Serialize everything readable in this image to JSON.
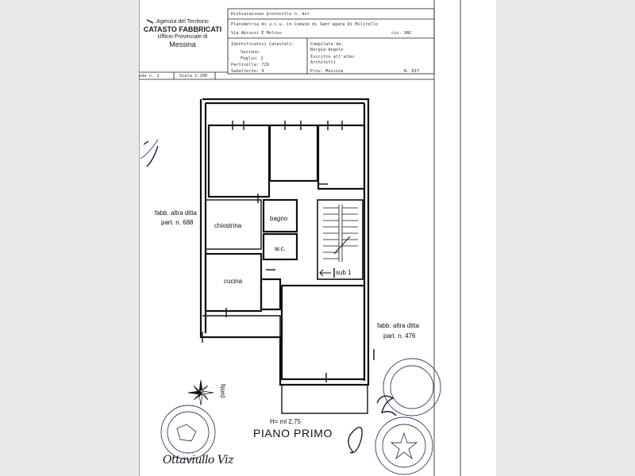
{
  "header": {
    "agency": "Agenzia del Territorio",
    "catasto": "CATASTO FABBRICATI",
    "office": "Ufficio Provinciale di",
    "city": "Messina",
    "form": {
      "row1": "Dichiarazione protocollo n.        del",
      "row2": "Planimetria di u.i.u. in Comune di Sant'agata Di Militello",
      "row3_left": "Via Abruzzi E Molise",
      "row3_right": "civ. SNC",
      "ident_title": "Identificativi Catastali:",
      "sezione": "Sezione:",
      "foglio": "Foglio: 2",
      "particella": "Particella: 729",
      "subalterno": "Subalterno: 4",
      "compilata_title": "Compilata da:",
      "compilata_name": "Borgia Angelo",
      "iscritto": "Iscritto all'albo:",
      "albo": "Architetti",
      "prov": "Prov. Messina",
      "num": "N.   817",
      "scheda": "eda n. 1",
      "scala": "Scala 1:100"
    }
  },
  "plan": {
    "left_neighbor_1": "fabb. altra ditta",
    "left_neighbor_2": "part. n. 688",
    "right_neighbor_1": "fabb. altra ditta",
    "right_neighbor_2": "part. n. 476",
    "rooms": {
      "chiostrina": "chiostrina",
      "bagno": "bagno",
      "wc": "w.c.",
      "cucina": "cucina",
      "sub": "sub 1"
    },
    "north": "Nord",
    "height": "H= ml 2,75",
    "floor_title": "PIANO PRIMO"
  },
  "footer": {
    "signature": "Ottaviullo Viz"
  },
  "colors": {
    "sheet": "#ffffff",
    "background": "#e9e9e9",
    "ink": "#1a1a1a",
    "stamp": "#3a3a6a"
  }
}
